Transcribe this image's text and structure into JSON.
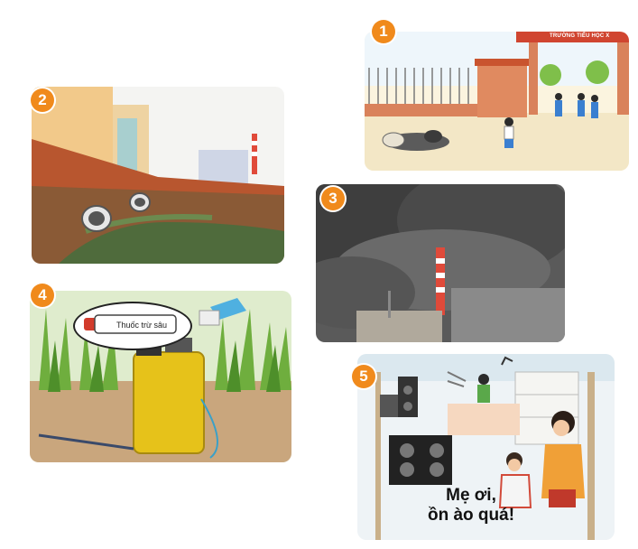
{
  "panels": [
    {
      "number": "1",
      "sign_text": "TRƯỜNG TIỂU HỌC X"
    },
    {
      "number": "2"
    },
    {
      "number": "3"
    },
    {
      "number": "4",
      "bottle_label": "Thuốc trừ sâu"
    },
    {
      "number": "5",
      "speech_line1": "Mẹ ơi,",
      "speech_line2": "ồn ào quá!"
    }
  ],
  "colors": {
    "badge": "#f08a1c",
    "smoke": "#4a4a4a",
    "poison_tank": "#e6c21a",
    "wall": "#d9825b"
  }
}
